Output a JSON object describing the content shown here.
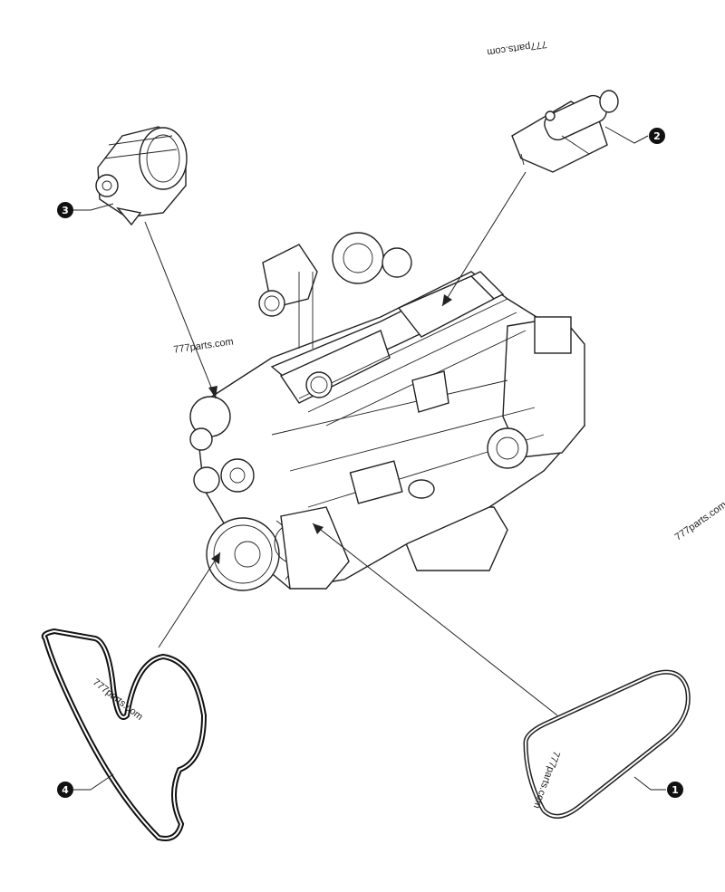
{
  "watermarks": [
    "777parts.com",
    "777parts.com",
    "777parts.com",
    "777parts.com",
    "777parts.com"
  ],
  "callouts": [
    {
      "number": "1",
      "part": "v-belt"
    },
    {
      "number": "2",
      "part": "starter-motor"
    },
    {
      "number": "3",
      "part": "alternator"
    },
    {
      "number": "4",
      "part": "serpentine-belt"
    }
  ]
}
